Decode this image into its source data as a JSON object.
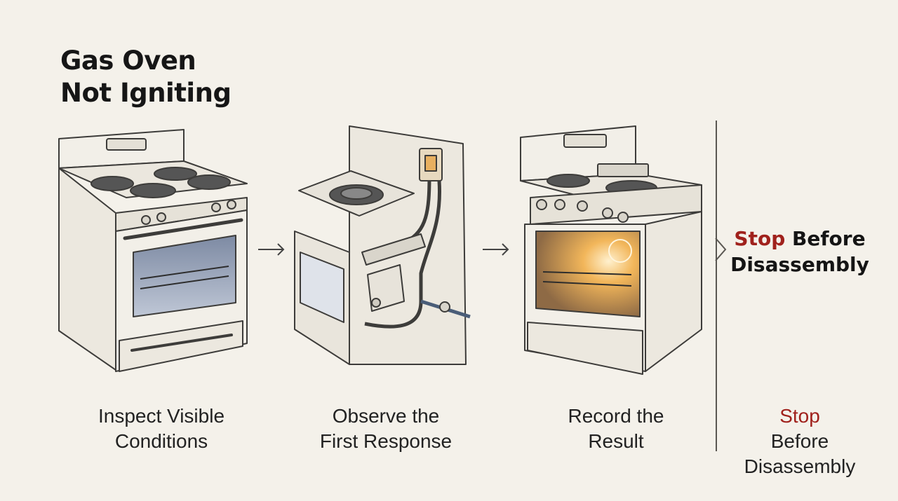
{
  "title": {
    "line1": "Gas Oven",
    "line2": "Not Igniting"
  },
  "steps": [
    {
      "line1": "Inspect Visible",
      "line2": "Conditions",
      "arrow": "→"
    },
    {
      "line1": "Observe the",
      "line2": "First Response",
      "arrow": "→"
    },
    {
      "line1": "Record the",
      "line2": "Result"
    }
  ],
  "stop": {
    "highlight": "Stop",
    "rest": " Before",
    "line2": "Disassembly",
    "accent_color": "#a0211c"
  },
  "icons": [
    "oven-range-icon",
    "igniter-assembly-icon",
    "lit-oven-icon",
    "chevron-right-icon"
  ]
}
